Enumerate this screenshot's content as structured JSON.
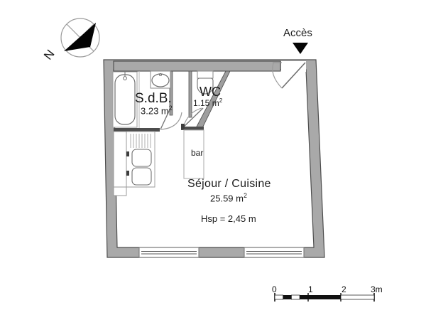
{
  "plan": {
    "title_compass": "N",
    "entrance": {
      "label": "Accès",
      "icon": "down-arrow-icon"
    },
    "rooms": [
      {
        "id": "sdb",
        "name": "S.d.B.",
        "area": "3.23 m",
        "area_unit_exp": "2",
        "fixtures": [
          "bathtub",
          "washbasin"
        ]
      },
      {
        "id": "wc",
        "name": "WC",
        "area": "1.15 m",
        "area_unit_exp": "2",
        "fixtures": [
          "toilet"
        ]
      },
      {
        "id": "sejour_cuisine",
        "name": "Séjour / Cuisine",
        "area": "25.59 m",
        "area_unit_exp": "2",
        "ceiling_height": "Hsp = 2,45 m",
        "fixtures": [
          "kitchen-sink",
          "counter",
          "bar"
        ]
      }
    ],
    "bar_label": "bar",
    "scale": {
      "ticks": [
        "0",
        "1",
        "2",
        "3m"
      ],
      "unit": "m",
      "max": 3
    },
    "colors": {
      "wall_fill": "#a9a9a9",
      "wall_stroke": "#4a4a4a",
      "room_fill": "#ffffff",
      "line": "#8c8c8c",
      "text": "#1a1a1a",
      "accent_black": "#000000"
    }
  }
}
